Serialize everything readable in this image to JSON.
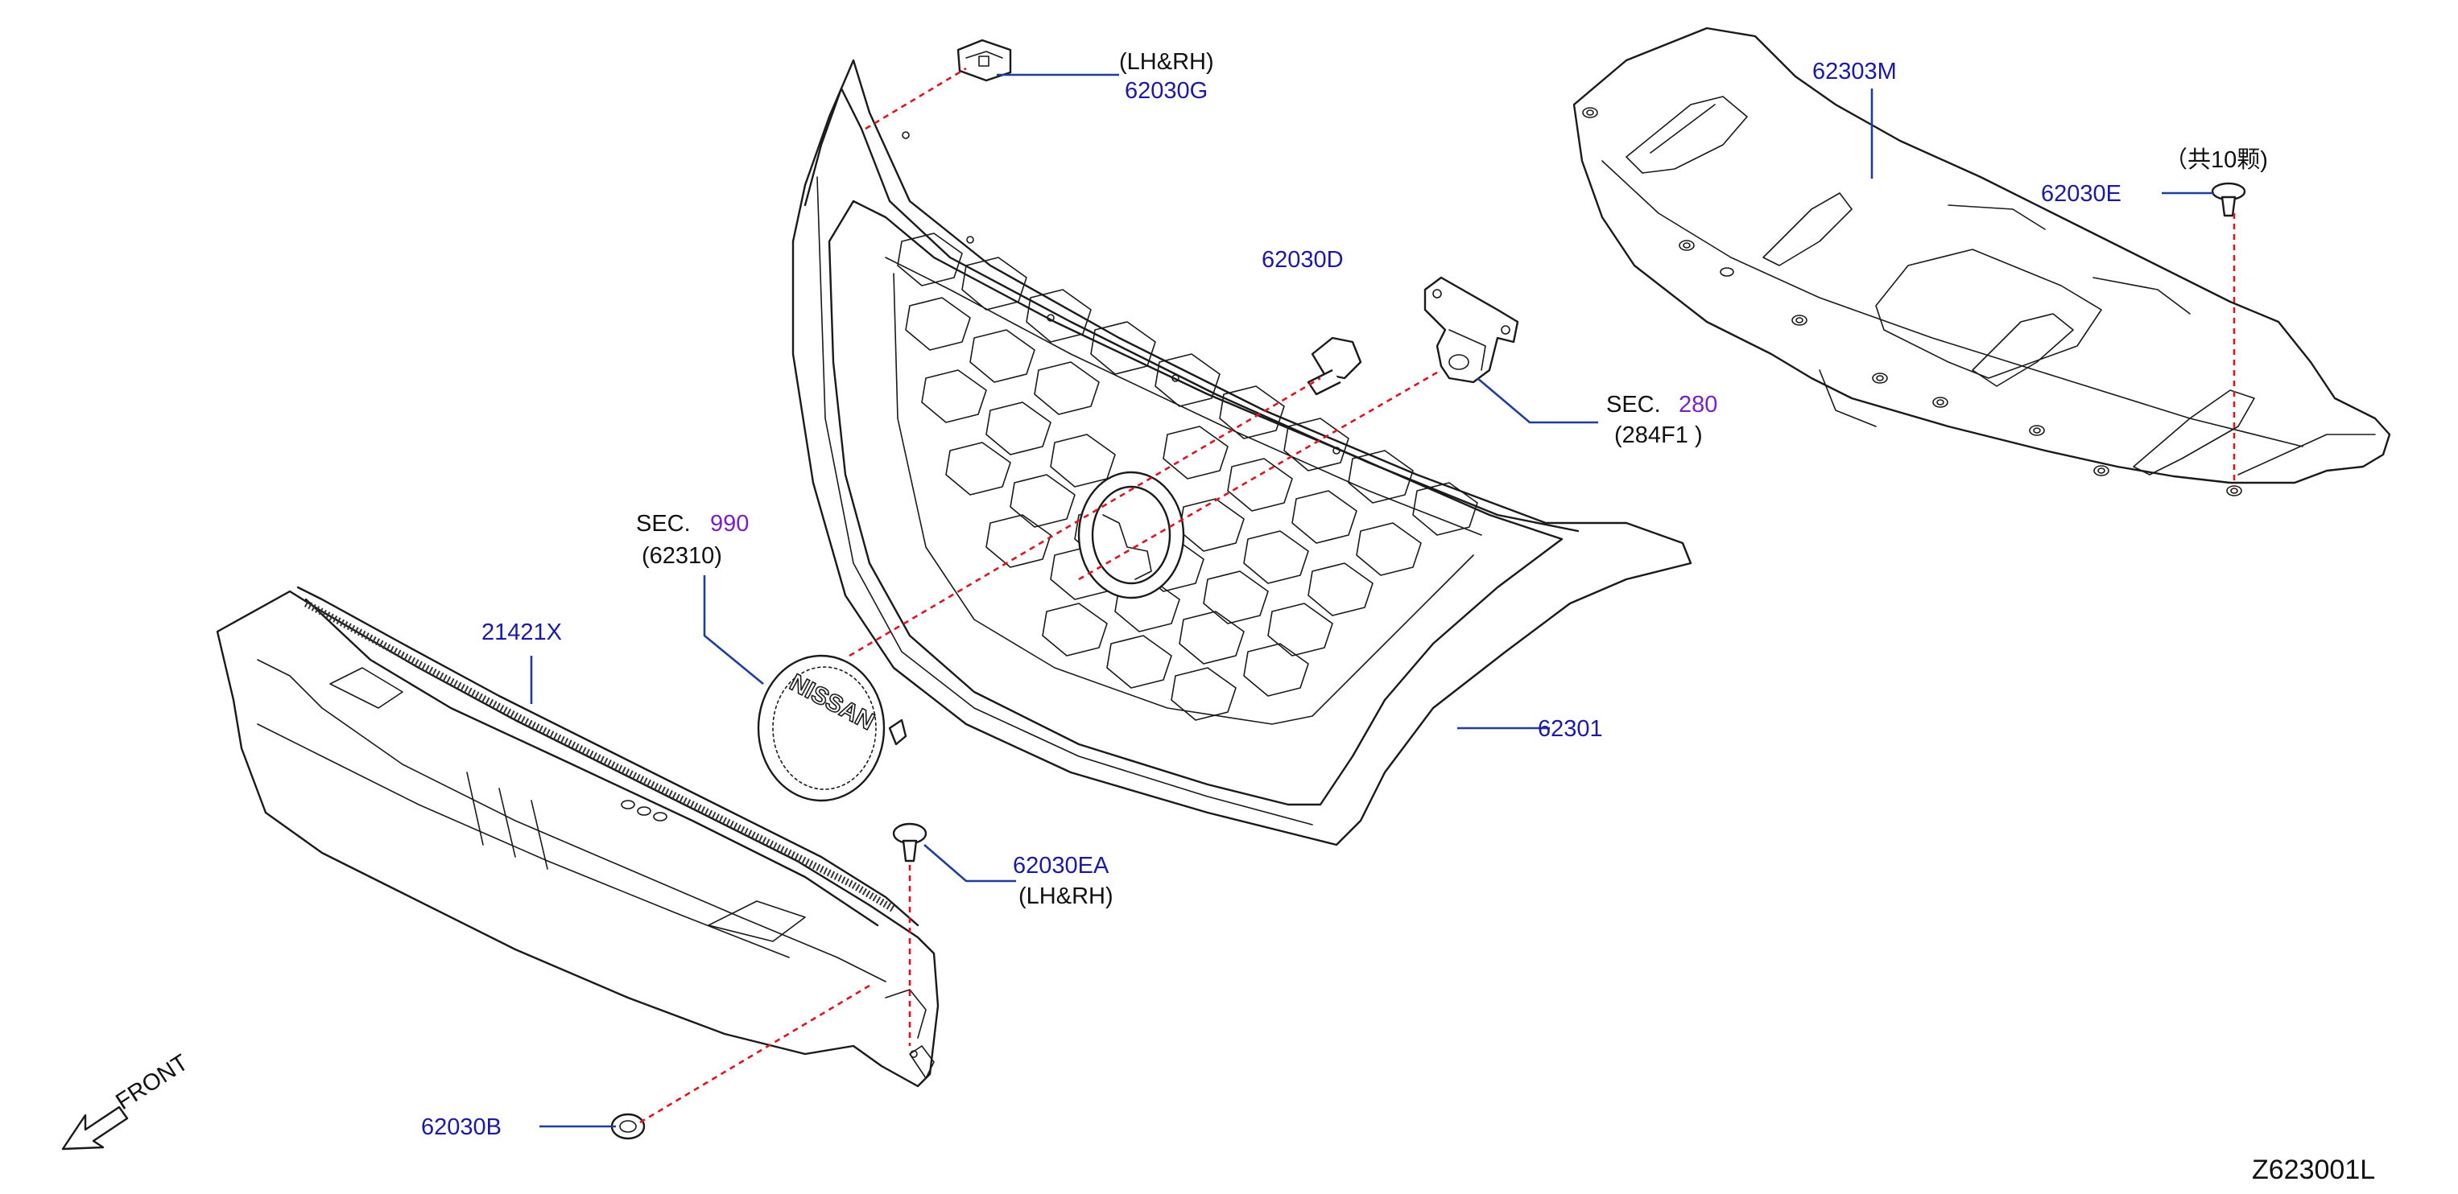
{
  "diagram_code": "Z623001L",
  "front_label": "FRONT",
  "labels": {
    "clip_62030g": {
      "part": "62030G",
      "note": "(LH&RH)"
    },
    "upper_cover_62303m": {
      "part": "62303M"
    },
    "clip_62030e": {
      "part": "62030E",
      "note": "（共10颗)"
    },
    "bolt_62030d": {
      "part": "62030D"
    },
    "camera_sec280": {
      "sec": "SEC.",
      "sec_no": "280",
      "ref": "(284F1   )"
    },
    "emblem_sec990": {
      "sec": "SEC.",
      "sec_no": "990",
      "ref": "(62310)"
    },
    "lower_grille_21421x": {
      "part": "21421X"
    },
    "grille_62301": {
      "part": "62301"
    },
    "clip_62030ea": {
      "part": "62030EA",
      "note": "(LH&RH)"
    },
    "clip_62030b": {
      "part": "62030B"
    }
  },
  "emblem_text": "NISSAN",
  "colors": {
    "part_number": "#1a1aa8",
    "section_number": "#7a1fc9",
    "leader_line": "#1f3d9e",
    "dashed_guide": "#e0141e",
    "linework": "#1a1a1a"
  }
}
